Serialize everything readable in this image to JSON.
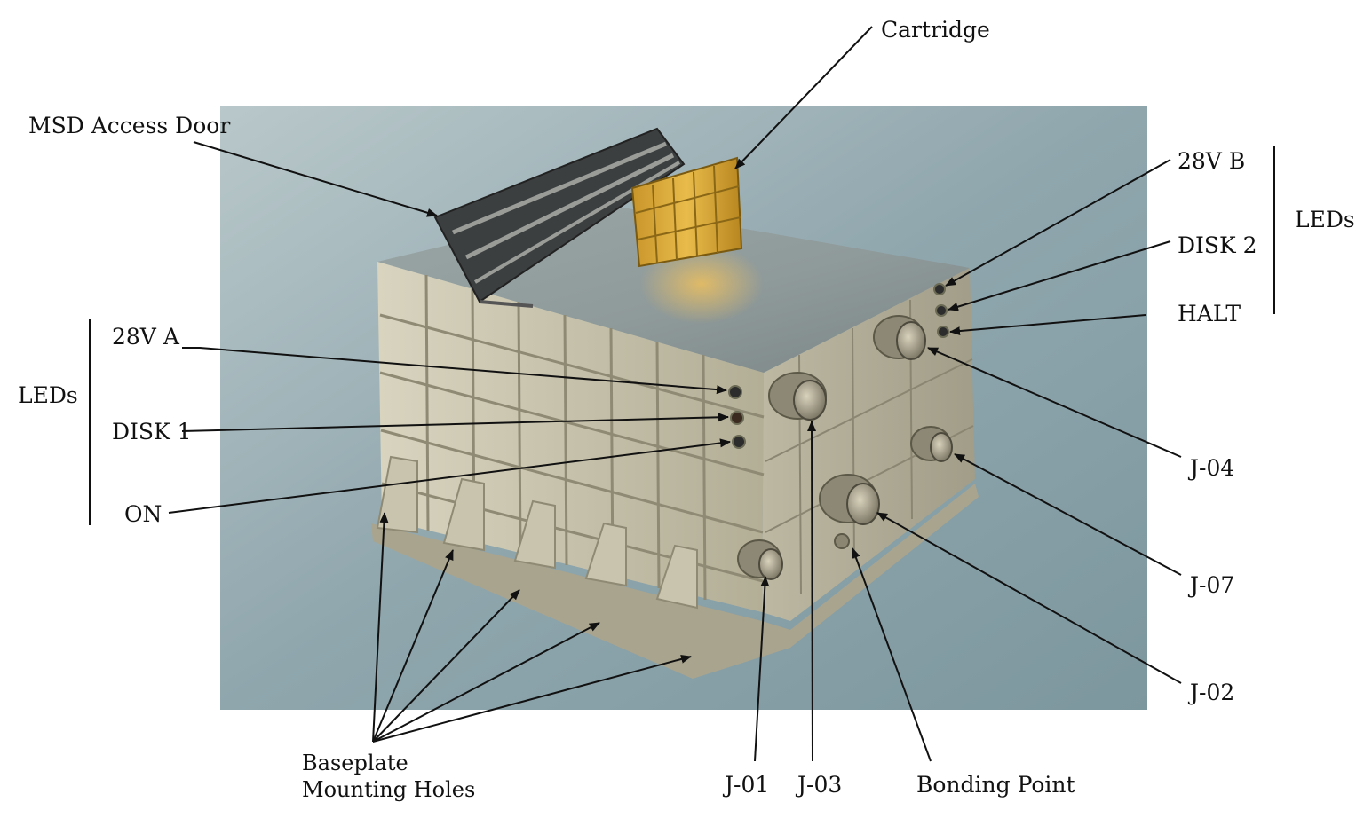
{
  "diagram": {
    "labels": {
      "msd_access_door": "MSD Access Door",
      "cartridge": "Cartridge",
      "led_28v_b": "28V B",
      "led_disk_2": "DISK 2",
      "led_halt": "HALT",
      "leds_right": "LEDs",
      "leds_left": "LEDs",
      "led_28v_a": "28V A",
      "led_disk_1": "DISK 1",
      "led_on": "ON",
      "j04": "J-04",
      "j07": "J-07",
      "j02": "J-02",
      "j01": "J-01",
      "j03": "J-03",
      "bonding_point": "Bonding Point",
      "baseplate_line1": "Baseplate",
      "baseplate_line2": "Mounting Holes"
    },
    "colors": {
      "background": "#8fa6ad",
      "housing": "#bfbba5",
      "cartridge": "#d9a936",
      "text": "#111111"
    }
  }
}
